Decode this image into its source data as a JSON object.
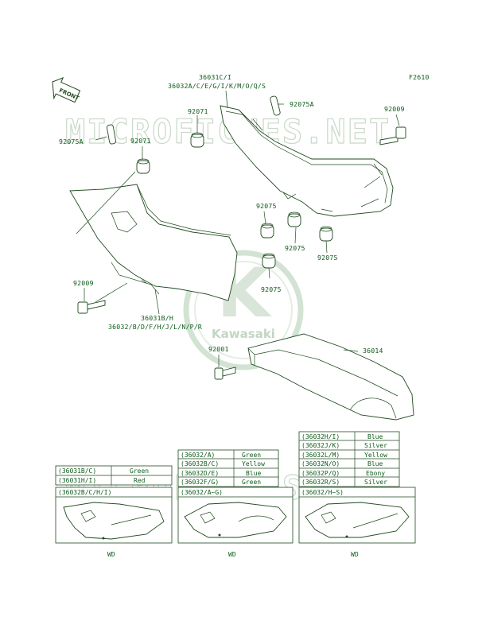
{
  "figure_code": "F2610",
  "front_label": "FRONT",
  "watermark": "MICROFICHES.NET",
  "logo": {
    "text": "Kawasaki",
    "mark": "K"
  },
  "labels": {
    "p36031ci": "36031C/I",
    "p36032a_list": "36032A/C/E/G/I/K/M/O/Q/S",
    "p92071_top": "92071",
    "p92075a_right": "92075A",
    "p92009_right": "92009",
    "p92075a_left": "92075A",
    "p92071_left": "92071",
    "p92075_a": "92075",
    "p92075_b": "92075",
    "p92075_c": "92075",
    "p92075_d": "92075",
    "p92009_left": "92009",
    "p36031bh": "36031B/H",
    "p36032b_list": "36032/B/D/F/H/J/L/N/P/R",
    "p92001": "92001",
    "p36014": "36014"
  },
  "panels": [
    {
      "rows": [
        {
          "part": "(36031B/C)",
          "color": "Green"
        },
        {
          "part": "(36031H/I)",
          "color": "Red"
        }
      ],
      "part_header": "(36032B/C/H/I)",
      "wd": "WD"
    },
    {
      "rows": [
        {
          "part": "(36032/A)",
          "color": "Green"
        },
        {
          "part": "(36032B/C)",
          "color": "Yellow"
        },
        {
          "part": "(36032D/E)",
          "color": "Blue"
        },
        {
          "part": "(36032F/G)",
          "color": "Green"
        }
      ],
      "part_header": "(36032/A~G)",
      "wd": "WD"
    },
    {
      "rows": [
        {
          "part": "(36032H/I)",
          "color": "Blue"
        },
        {
          "part": "(36032J/K)",
          "color": "Silver"
        },
        {
          "part": "(36032L/M)",
          "color": "Yellow"
        },
        {
          "part": "(36032N/O)",
          "color": "Blue"
        },
        {
          "part": "(36032P/Q)",
          "color": "Ebony"
        },
        {
          "part": "(36032R/S)",
          "color": "Silver"
        }
      ],
      "part_header": "(36032/H~S)",
      "wd": "WD"
    }
  ],
  "colors": {
    "ink": "#1f4a1f",
    "label": "#0d5a1a",
    "watermark": "#c9d8c9"
  }
}
